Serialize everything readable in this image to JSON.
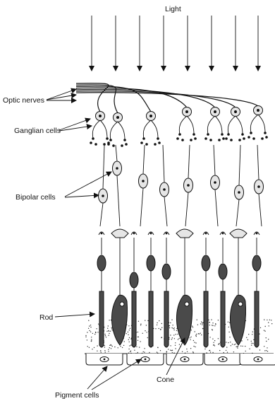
{
  "labels": {
    "light": "Light",
    "optic_nerves": "Optic nerves",
    "ganglion_cells": "Ganglian cells",
    "bipolar_cells": "Bipolar cells",
    "rod": "Rod",
    "cone": "Cone",
    "pigment_cells": "Pigment cells"
  }
}
